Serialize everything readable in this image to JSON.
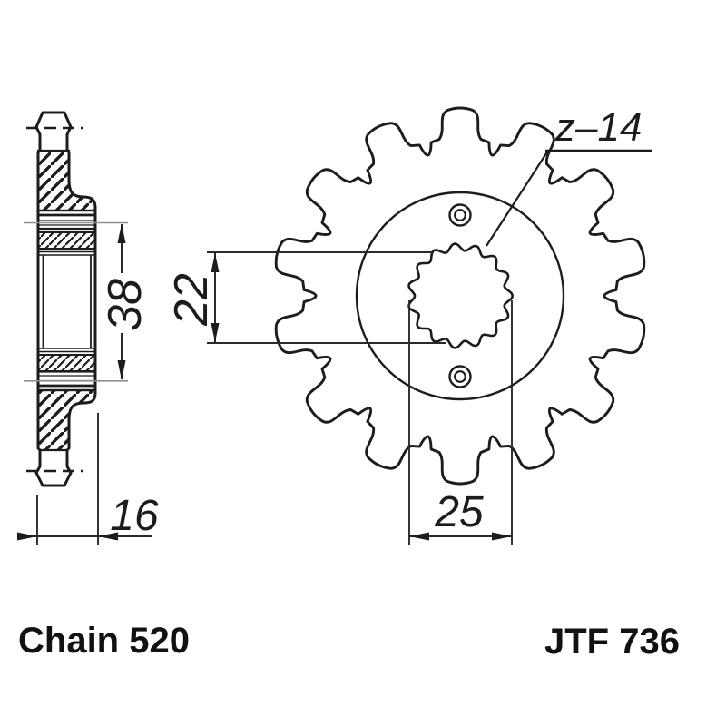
{
  "labels": {
    "chain": "Chain 520",
    "part_number": "JTF 736",
    "teeth_label": "z–14"
  },
  "dimensions": {
    "hub_shoulder_diameter": "38",
    "bore_diameter": "22",
    "overall_width": "16",
    "spline_major_diameter": "25"
  },
  "sprocket": {
    "teeth": 14,
    "spline_grooves": 15
  },
  "colors": {
    "ink": "#1c1c1c",
    "faint_line": "#8f8f8f",
    "background": "#ffffff"
  }
}
